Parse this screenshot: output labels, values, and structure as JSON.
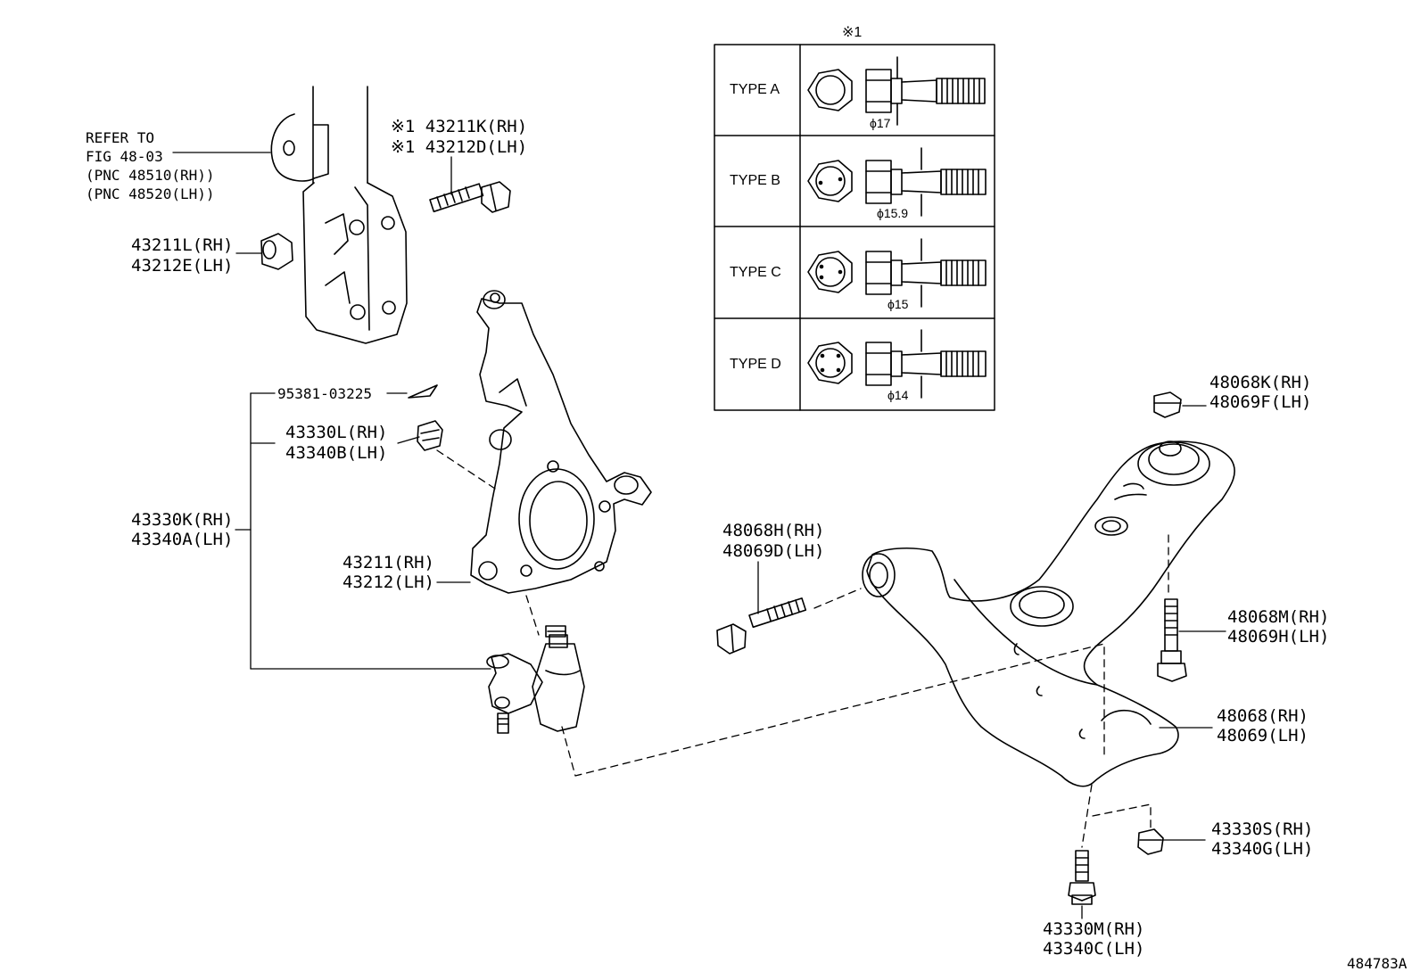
{
  "table": {
    "note_mark": "※1",
    "rows": [
      {
        "type": "TYPE A",
        "diameter": "ϕ17"
      },
      {
        "type": "TYPE B",
        "diameter": "ϕ15.9"
      },
      {
        "type": "TYPE C",
        "diameter": "ϕ15"
      },
      {
        "type": "TYPE D",
        "diameter": "ϕ14"
      }
    ]
  },
  "labels": {
    "refer_1": "REFER TO",
    "refer_2": "FIG 48-03",
    "refer_3": "(PNC 48510(RH))",
    "refer_4": "(PNC 48520(LH))",
    "bolt_rh": "※1 43211K(RH)",
    "bolt_lh": "※1 43212D(LH)",
    "nut_rh": "43211L(RH)",
    "nut_lh": "43212E(LH)",
    "cotter_pin": "95381-03225",
    "ball_nut_rh": "43330L(RH)",
    "ball_nut_lh": "43340B(LH)",
    "ball_joint_rh": "43330K(RH)",
    "ball_joint_lh": "43340A(LH)",
    "knuckle_rh": "43211(RH)",
    "knuckle_lh": "43212(LH)",
    "arm_bolt_rh": "48068H(RH)",
    "arm_bolt_lh": "48069D(LH)",
    "arm_nut_rh": "48068K(RH)",
    "arm_nut_lh": "48069F(LH)",
    "rear_bolt_rh": "48068M(RH)",
    "rear_bolt_lh": "48069H(LH)",
    "arm_rh": "48068(RH)",
    "arm_lh": "48069(LH)",
    "lower_nut_rh": "43330S(RH)",
    "lower_nut_lh": "43340G(LH)",
    "lower_bolt_rh": "43330M(RH)",
    "lower_bolt_lh": "43340C(LH)",
    "figure_id": "484783A"
  }
}
